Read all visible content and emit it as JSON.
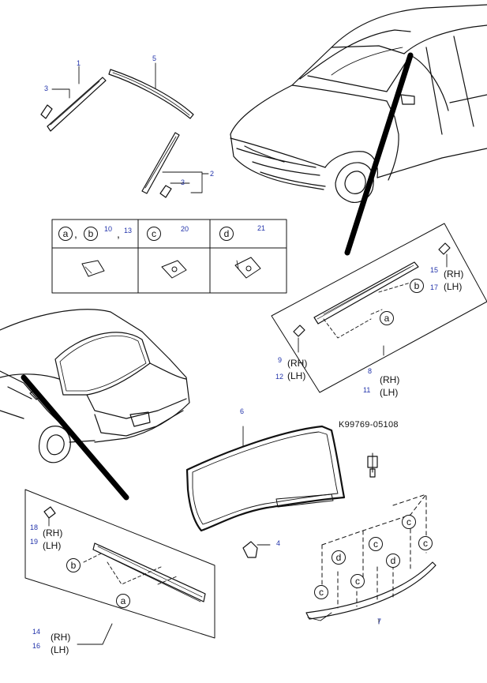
{
  "callouts": {
    "n1": "1",
    "n2": "2",
    "n3a": "3",
    "n3b": "3",
    "n4": "4",
    "n5": "5",
    "n6": "6",
    "n7": "7",
    "n8": "8",
    "n9": "9",
    "n10": "10",
    "n11": "11",
    "n12": "12",
    "n13": "13",
    "n14": "14",
    "n15": "15",
    "n16": "16",
    "n17": "17",
    "n18": "18",
    "n19": "19",
    "n20": "20",
    "n21": "21"
  },
  "side_labels": {
    "rh": "(RH)",
    "lh": "(LH)"
  },
  "part_number": "K99769-05108",
  "clip_letters": {
    "a": "a",
    "b": "b",
    "c": "c",
    "d": "d"
  },
  "legend_sep": ","
}
